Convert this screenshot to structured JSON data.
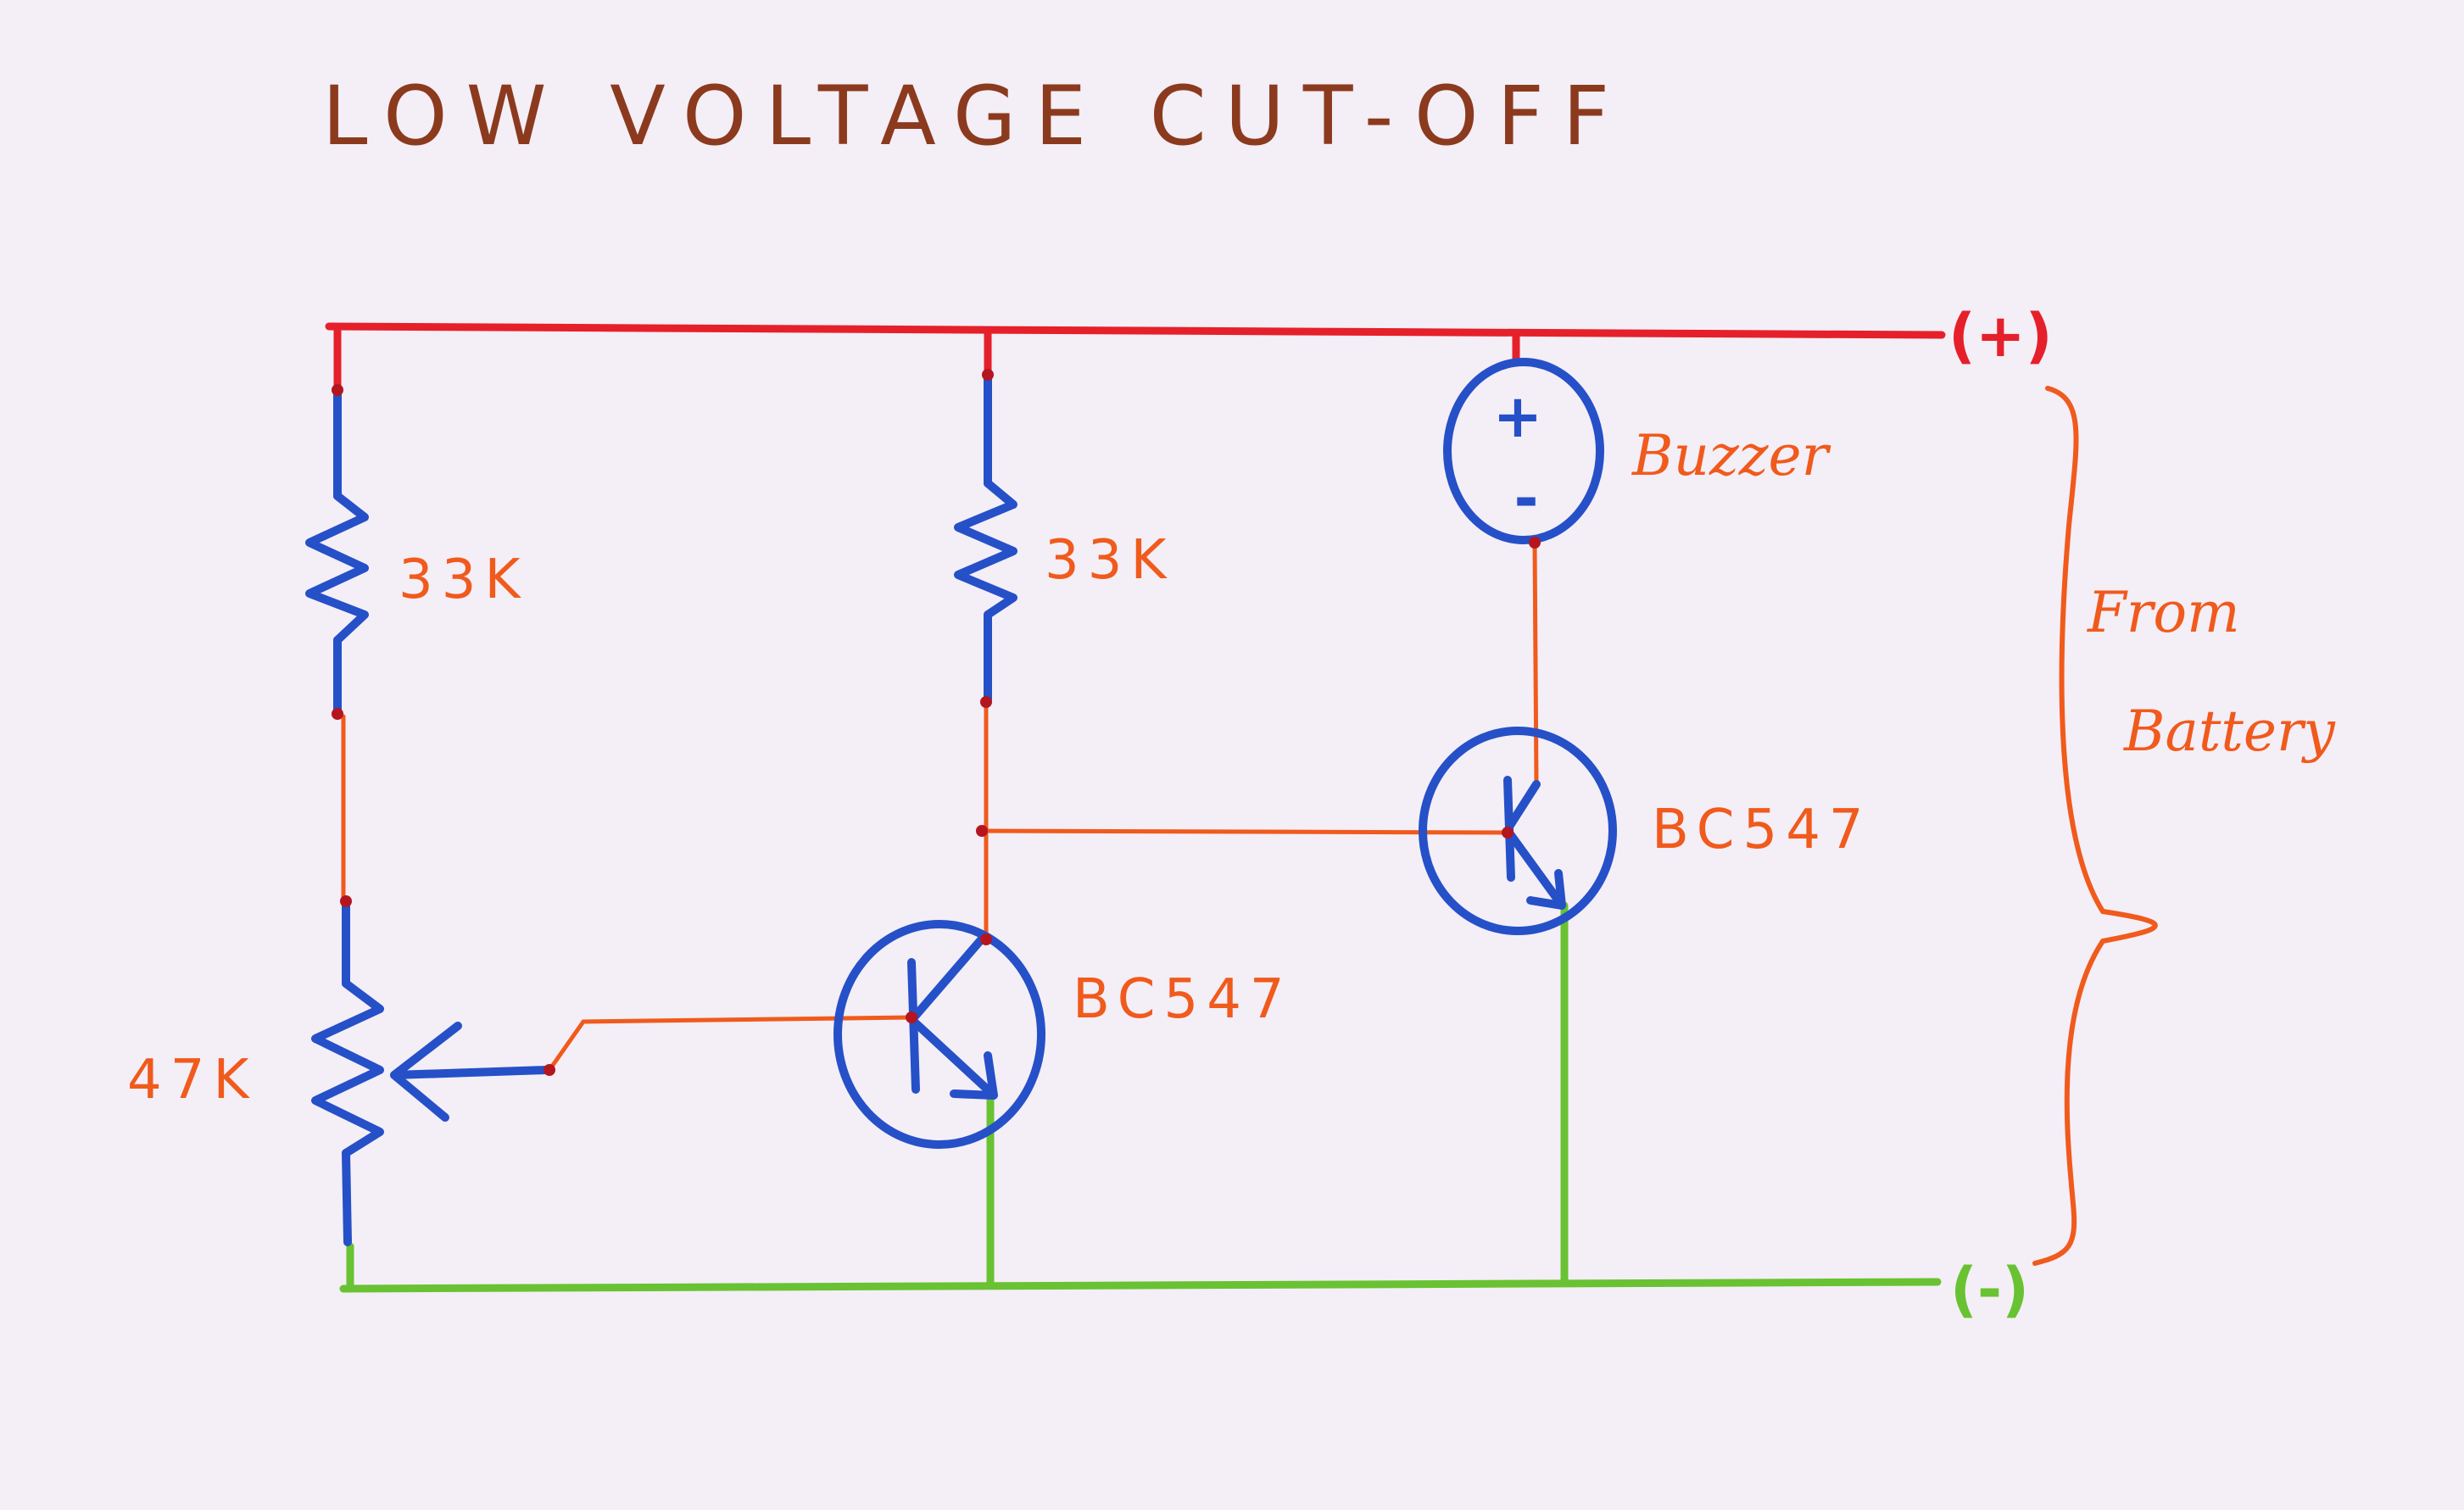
{
  "title": "LOW VOLTAGE CUT-OFF",
  "colors": {
    "positive_rail": "#e5202a",
    "negative_rail": "#69c232",
    "component": "#2550c8",
    "wire": "#f05a1c",
    "title_ink": "#8b3a1e",
    "label_ink": "#f05a1c",
    "background": "#f4eef6"
  },
  "labels": {
    "resistor_left": "33K",
    "resistor_mid": "33K",
    "potentiometer": "47K",
    "buzzer": "Buzzer",
    "buzzer_plus": "+",
    "buzzer_minus": "-",
    "transistor_q1": "BC547",
    "transistor_q2": "BC547",
    "terminal_positive": "(+)",
    "terminal_negative": "(-)",
    "source_line1": "From",
    "source_line2": "Battery"
  }
}
